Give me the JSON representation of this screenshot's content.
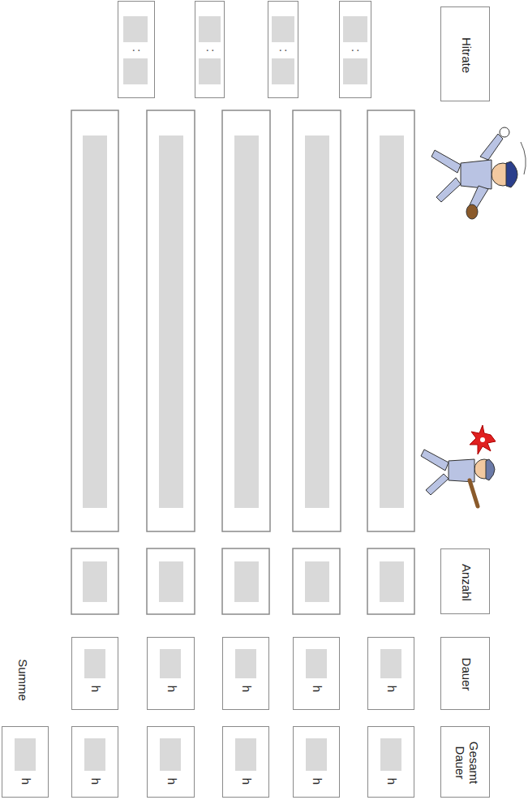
{
  "diagram": {
    "nodes": [
      {
        "text": [
          "Hitrate"
        ]
      },
      {
        "text": [
          "Anzahl"
        ]
      },
      {
        "text": [
          "Dauer"
        ]
      },
      {
        "text": [
          "Gesamt Dauer"
        ]
      },
      {
        "text": [
          ":"
        ]
      },
      {
        "text": [
          ":"
        ]
      },
      {
        "text": [
          ":"
        ]
      },
      {
        "text": [
          ":"
        ]
      },
      {
        "text": [
          "h"
        ]
      },
      {
        "text": [
          "h"
        ]
      },
      {
        "text": [
          "h"
        ]
      },
      {
        "text": [
          "h"
        ]
      },
      {
        "text": [
          "h"
        ]
      },
      {
        "text": [
          "h"
        ]
      },
      {
        "text": [
          "h"
        ]
      },
      {
        "text": [
          "h"
        ]
      },
      {
        "text": [
          "h"
        ]
      },
      {
        "text": [
          "h"
        ]
      },
      {
        "text": [
          "h"
        ]
      }
    ],
    "labels": [
      "Summe"
    ]
  }
}
